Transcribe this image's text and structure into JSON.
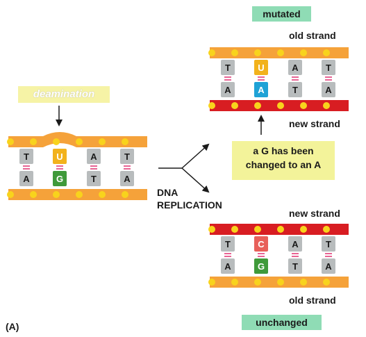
{
  "labels": {
    "mutated": "mutated",
    "unchanged": "unchanged",
    "old_strand_top": "old strand",
    "new_strand_top": "new strand",
    "new_strand_bottom": "new strand",
    "old_strand_bottom": "old strand",
    "note_line1": "a G has been",
    "note_line2": "changed to an A",
    "dna_line1": "DNA",
    "dna_line2": "REPLICATION",
    "panel": "(A)",
    "scribble": "deamination"
  },
  "colors": {
    "old_strand": "#f5a23a",
    "new_strand": "#d81d22",
    "bead": "#f8d31c",
    "base_gray": "#b8bcbd",
    "base_U": "#f2b21c",
    "base_G": "#3f9a3a",
    "base_A_mut": "#1fa2d6",
    "base_C": "#e8605a",
    "bond": "#e23d7a"
  },
  "duplexes": {
    "original": {
      "top": [
        "T",
        "U",
        "A",
        "T"
      ],
      "bottom": [
        "A",
        "G",
        "T",
        "A"
      ]
    },
    "mutated": {
      "top": [
        "T",
        "U",
        "A",
        "T"
      ],
      "bottom": [
        "A",
        "A",
        "T",
        "A"
      ]
    },
    "unchanged": {
      "top": [
        "T",
        "C",
        "A",
        "T"
      ],
      "bottom": [
        "A",
        "G",
        "T",
        "A"
      ]
    }
  }
}
